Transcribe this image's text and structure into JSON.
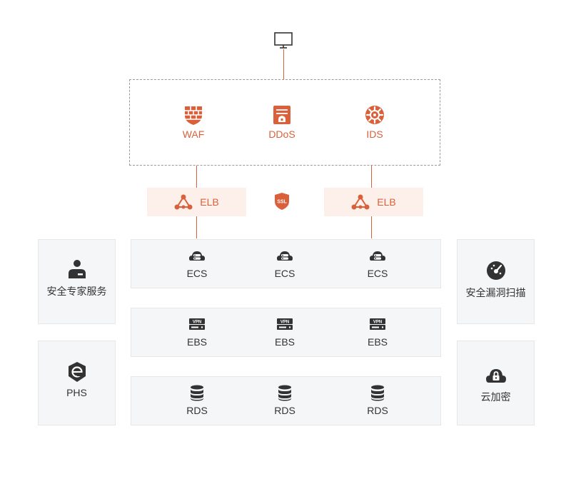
{
  "colors": {
    "accent": "#d9603b",
    "panel": "#f5f6f7",
    "icon_dark": "#333333"
  },
  "top_icon": "monitor-icon",
  "security_layer": {
    "items": [
      {
        "label": "WAF",
        "icon": "firewall-shield-icon"
      },
      {
        "label": "DDoS",
        "icon": "ddos-protection-icon"
      },
      {
        "label": "IDS",
        "icon": "intrusion-detection-gear-icon"
      }
    ]
  },
  "load_balancers": [
    {
      "label": "ELB",
      "icon": "elb-network-icon"
    },
    {
      "label": "ELB",
      "icon": "elb-network-icon"
    }
  ],
  "ssl_badge": {
    "label": "SSL",
    "icon": "ssl-shield-icon"
  },
  "rows": {
    "ecs": {
      "items": [
        "ECS",
        "ECS",
        "ECS"
      ],
      "icon": "cloud-server-icon"
    },
    "ebs": {
      "items": [
        "EBS",
        "EBS",
        "EBS"
      ],
      "icon": "vpn-drive-icon"
    },
    "rds": {
      "items": [
        "RDS",
        "RDS",
        "RDS"
      ],
      "icon": "database-icon"
    }
  },
  "left_panels": [
    {
      "label": "安全专家服务",
      "icon": "security-expert-icon"
    },
    {
      "label": "PHS",
      "icon": "phs-shield-icon"
    }
  ],
  "right_panels": [
    {
      "label": "安全漏洞扫描",
      "icon": "vulnerability-scan-icon"
    },
    {
      "label": "云加密",
      "icon": "cloud-lock-icon"
    }
  ]
}
